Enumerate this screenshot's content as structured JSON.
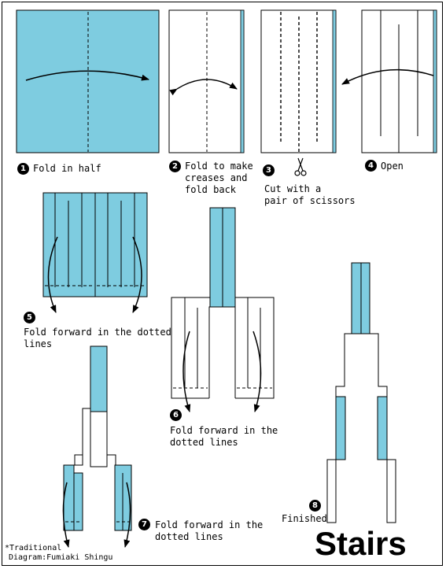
{
  "title": "Stairs",
  "credits": [
    "*Traditional",
    "Diagram:Fumiaki Shingu"
  ],
  "colors": {
    "paper": "#7ECCE0",
    "line": "#000000",
    "background": "#FFFFFF"
  },
  "steps": [
    {
      "number": "1",
      "text": "Fold in half"
    },
    {
      "number": "2",
      "text": "Fold to make\ncreases and\nfold back"
    },
    {
      "number": "3",
      "text": "Cut with a\npair of scissors"
    },
    {
      "number": "4",
      "text": "Open"
    },
    {
      "number": "5",
      "text": "Fold forward in the dotted\nlines"
    },
    {
      "number": "6",
      "text": "Fold forward in the\ndotted lines"
    },
    {
      "number": "7",
      "text": "Fold forward in the\ndotted lines"
    },
    {
      "number": "8",
      "text": "Finished"
    }
  ],
  "icons": {
    "scissors": "scissors-icon"
  }
}
